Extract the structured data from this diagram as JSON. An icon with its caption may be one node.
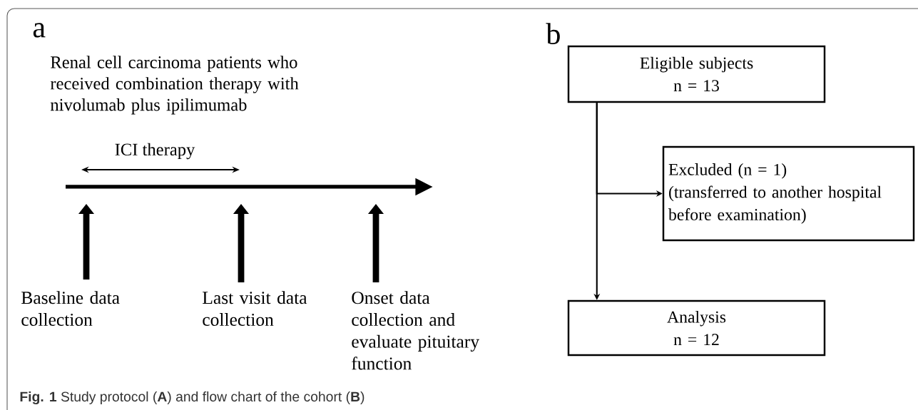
{
  "diagram": {
    "caption": "**Fig. 1** Study protocol (**A**) and flow chart of the cohort (**B**)",
    "nodes": [
      {
        "text": [
          "Eligible subjects",
          "n = 13"
        ]
      },
      {
        "text": [
          "Excluded (n = 1)",
          "(transferred to another hospital before examination)"
        ]
      },
      {
        "text": [
          "Analysis",
          "n = 12"
        ]
      }
    ],
    "edges": [
      {
        "from": 0,
        "to": 2,
        "arrow": "to"
      },
      {
        "from": 0,
        "to": 1,
        "arrow": "to"
      }
    ],
    "labels": [
      "a",
      "Renal cell carcinoma patients who received combination therapy with nivolumab plus ipilimumab",
      "ICI therapy",
      "Baseline data collection",
      "Last visit data collection",
      "Onset data collection and evaluate pituitary function",
      "b"
    ]
  }
}
